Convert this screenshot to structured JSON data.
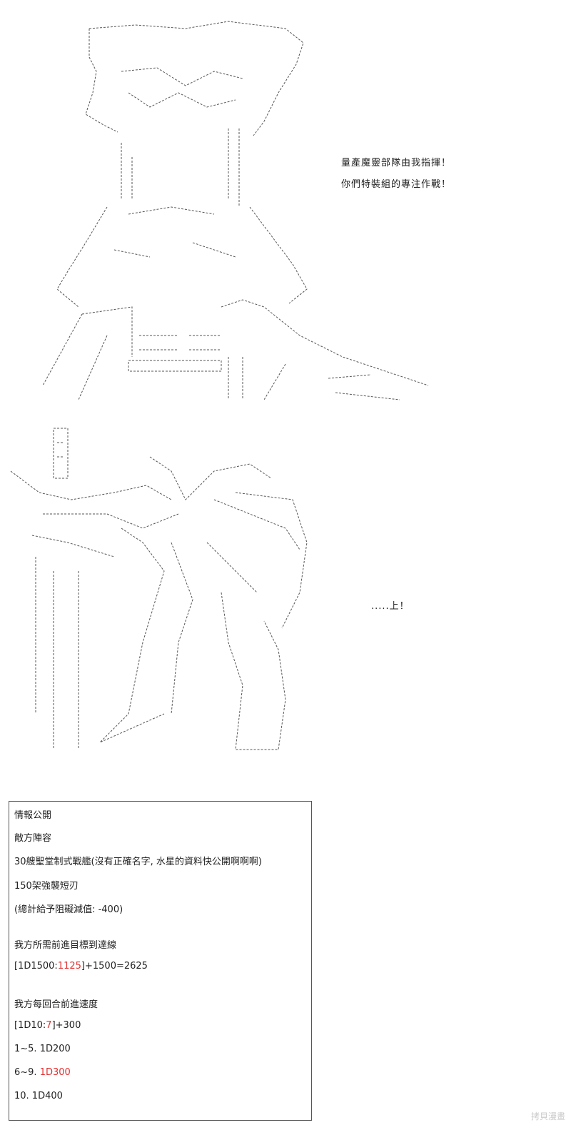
{
  "dialogue": {
    "line1": "量產魔靈部隊由我指揮！",
    "line2": "你們特裝組的專注作戰！",
    "line3": ".....上！"
  },
  "infobox": {
    "title": "情報公開",
    "enemy_heading": "敵方陣容",
    "enemy_1": "30艘聖堂制式戰艦(沒有正確名字, 水星的資料快公開啊啊啊)",
    "enemy_2": "150架強襲短刃",
    "enemy_3": "(總計給予阻礙減值: -400)",
    "target_heading": "我方所需前進目標到達線",
    "target_roll_prefix": "[1D1500:",
    "target_roll_value": "1125",
    "target_roll_suffix": "]+1500=2625",
    "speed_heading": "我方每回合前進速度",
    "speed_roll_prefix": "[1D10:",
    "speed_roll_value": "7",
    "speed_roll_suffix": "]+300",
    "range_1": "1~5. 1D200",
    "range_2_prefix": "6~9. ",
    "range_2_value": "1D300",
    "range_3": "10. 1D400"
  },
  "watermark": "拷貝漫畫",
  "colors": {
    "highlight": "#e03030",
    "art": "#444444"
  }
}
